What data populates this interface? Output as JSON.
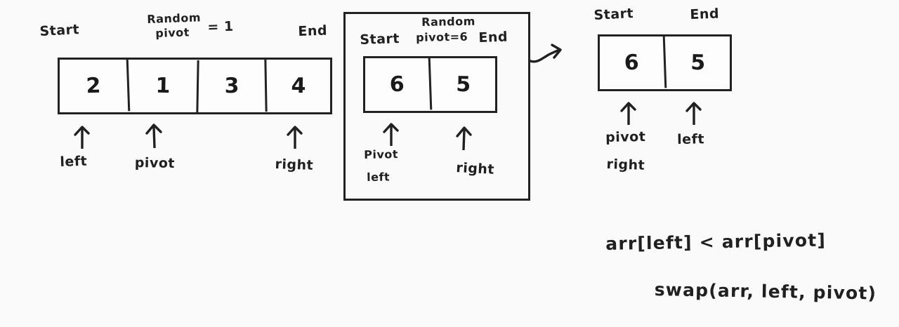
{
  "diagram": {
    "title": "Quicksort random-pivot partition walkthrough",
    "ink_color": "#202020",
    "background_color": "#fafafa"
  },
  "step1": {
    "start_label": "Start",
    "end_label": "End",
    "pivot_note_line1": "Random",
    "pivot_note_line2": "pivot",
    "pivot_note_eq": "= 1",
    "cells": [
      "2",
      "1",
      "3",
      "4"
    ],
    "pointers": [
      {
        "name": "left",
        "label": "left"
      },
      {
        "name": "pivot",
        "label": "pivot"
      },
      {
        "name": "right",
        "label": "right"
      }
    ]
  },
  "step2": {
    "start_label": "Start",
    "end_label": "End",
    "pivot_note_line1": "Random",
    "pivot_note_line2": "pivot=6",
    "cells": [
      "6",
      "5"
    ],
    "pointer_left_line1": "Pivot",
    "pointer_left_line2": "left",
    "pointer_right_label": "right"
  },
  "step3": {
    "start_label": "Start",
    "end_label": "End",
    "cells": [
      "6",
      "5"
    ],
    "pointer_left_line1": "pivot",
    "pointer_left_line2": "right",
    "pointer_right_label": "left"
  },
  "notes": {
    "condition": "arr[left] < arr[pivot]",
    "action": "swap(arr, left, pivot)"
  }
}
